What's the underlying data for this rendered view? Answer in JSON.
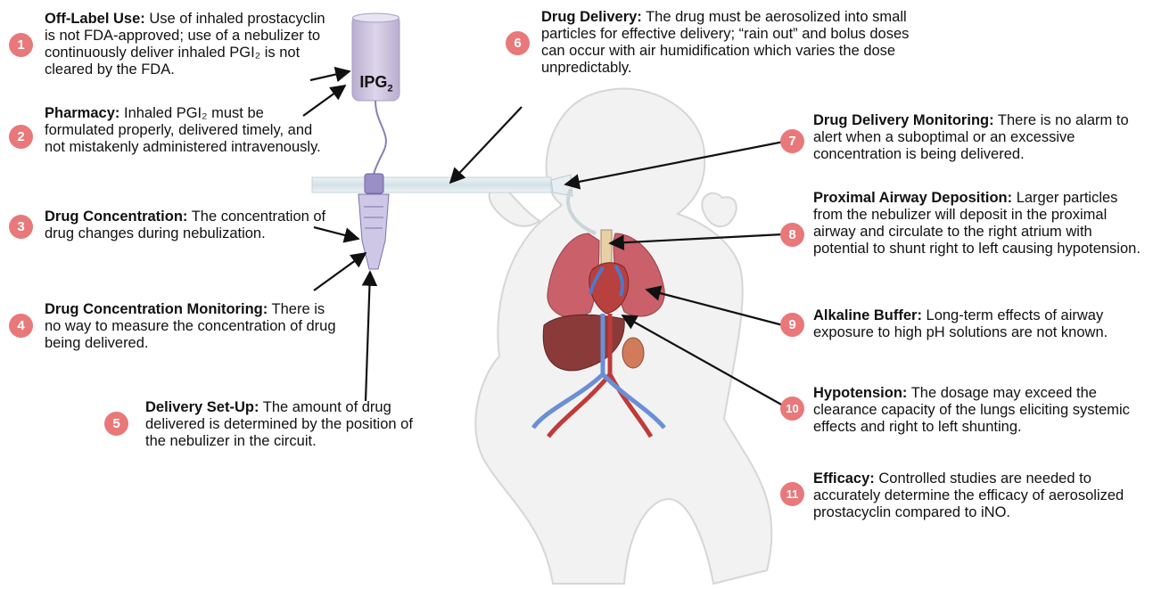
{
  "nebulizer_bag_label": "IPG",
  "nebulizer_bag_subscript": "2",
  "callouts": [
    {
      "number": "1",
      "title": "Off-Label Use:",
      "text": "Use of inhaled prostacyclin is not FDA-approved; use of a nebulizer to continuously deliver inhaled PGI₂ is not cleared by the FDA."
    },
    {
      "number": "2",
      "title": "Pharmacy:",
      "text": "Inhaled PGI₂ must be formulated properly, delivered timely, and not mistakenly administered intravenously."
    },
    {
      "number": "3",
      "title": "Drug Concentration:",
      "text": "The concentration of drug changes during nebulization."
    },
    {
      "number": "4",
      "title": "Drug Concentration Monitoring:",
      "text": "There is no way to measure the concentration of drug being delivered."
    },
    {
      "number": "5",
      "title": "Delivery Set-Up:",
      "text": "The amount of drug delivered is determined by the position of the nebulizer in the circuit."
    },
    {
      "number": "6",
      "title": "Drug Delivery:",
      "text": "The drug must be aerosolized into small particles for effective delivery; “rain out” and bolus doses can occur with air humidification which varies the dose unpredictably."
    },
    {
      "number": "7",
      "title": "Drug Delivery Monitoring:",
      "text": "There is no alarm to alert when a suboptimal or an excessive concentration is being delivered."
    },
    {
      "number": "8",
      "title": "Proximal Airway Deposition:",
      "text": "Larger particles from the nebulizer will deposit in the proximal airway and circulate to the right atrium with potential to shunt right to left causing hypotension."
    },
    {
      "number": "9",
      "title": "Alkaline Buffer:",
      "text": "Long-term effects of airway exposure to high pH solutions are not known."
    },
    {
      "number": "10",
      "title": "Hypotension:",
      "text": "The dosage may exceed the clearance capacity of the lungs eliciting systemic effects and right to left shunting."
    },
    {
      "number": "11",
      "title": "Efficacy:",
      "text": "Controlled studies are needed to accurately determine the efficacy of aerosolized prostacyclin compared to iNO."
    }
  ],
  "colors": {
    "number_badge": "#e8787a",
    "lungs": "#c9606a",
    "liver": "#8b3a3a",
    "artery": "#c03a3a",
    "vein": "#6b8fd6",
    "infant_outline": "#d8d8d8",
    "circuit_tube": "#dde8ec",
    "iv_bag": "#c9bfd9"
  }
}
